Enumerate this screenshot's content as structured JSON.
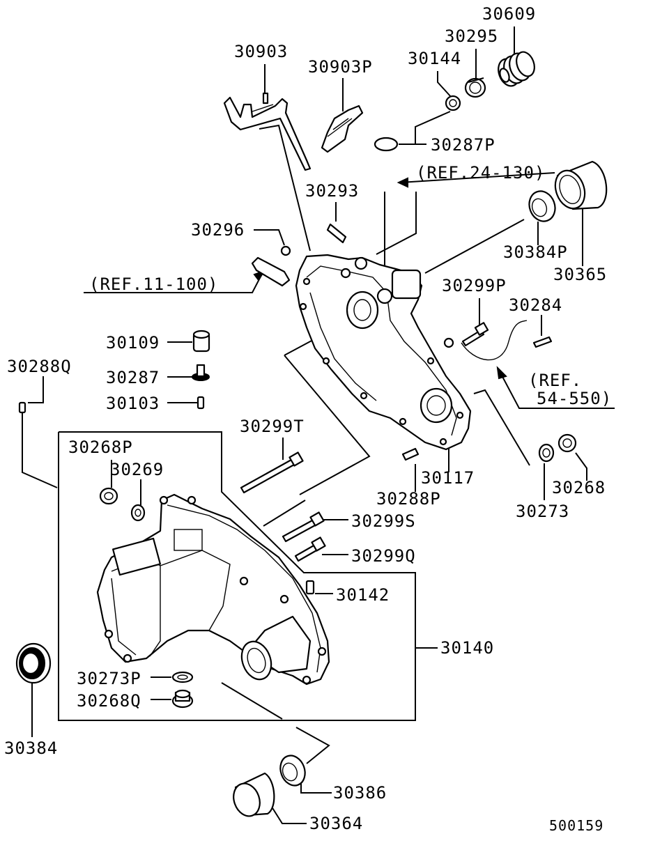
{
  "diagram_id": "500159",
  "labels": {
    "p30609": "30609",
    "p30295": "30295",
    "p30144": "30144",
    "p30903": "30903",
    "p30903P": "30903P",
    "p30287P": "30287P",
    "ref_24_130": "(REF.24-130)",
    "p30293": "30293",
    "p30296": "30296",
    "p30384P": "30384P",
    "p30365": "30365",
    "ref_11_100": "(REF.11-100)",
    "p30299P": "30299P",
    "p30284": "30284",
    "p30109": "30109",
    "p30287": "30287",
    "p30288Q": "30288Q",
    "p30103": "30103",
    "ref_54_550_a": "(REF.",
    "ref_54_550_b": "54-550)",
    "p30299T": "30299T",
    "p30268P": "30268P",
    "p30269": "30269",
    "p30117": "30117",
    "p30288P": "30288P",
    "p30268": "30268",
    "p30273": "30273",
    "p30299S": "30299S",
    "p30299Q": "30299Q",
    "p30142": "30142",
    "p30140": "30140",
    "p30273P": "30273P",
    "p30268Q": "30268Q",
    "p30384": "30384",
    "p30386": "30386",
    "p30364": "30364"
  }
}
